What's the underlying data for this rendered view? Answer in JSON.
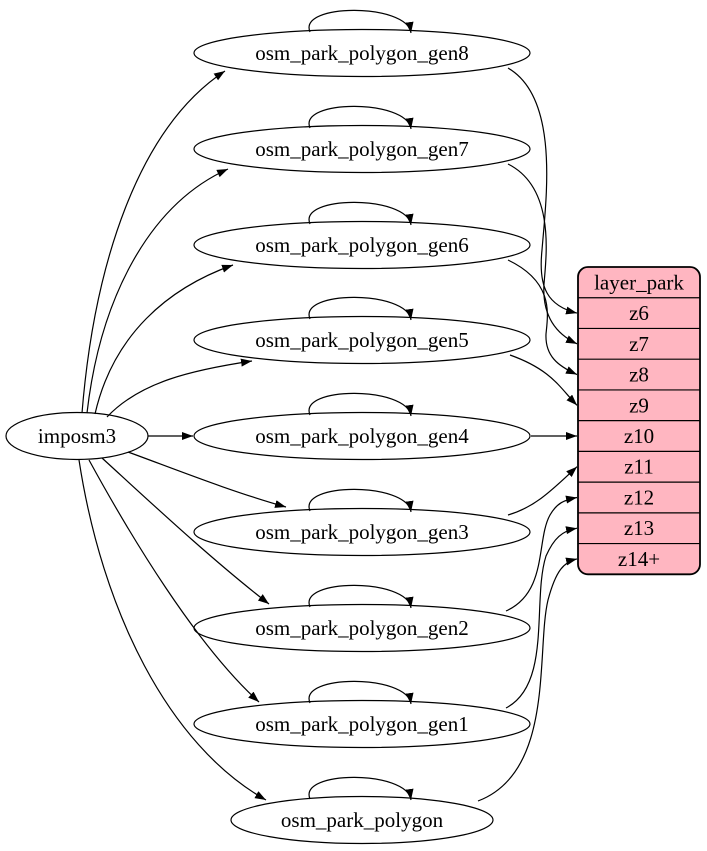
{
  "diagram": {
    "background": "#ffffff",
    "source_node": {
      "label": "imposm3"
    },
    "layer_table": {
      "title": "layer_park",
      "rows": [
        "z6",
        "z7",
        "z8",
        "z9",
        "z10",
        "z11",
        "z12",
        "z13",
        "z14+"
      ],
      "fill": "#ffb6c1",
      "stroke": "#000000"
    },
    "table_nodes": [
      {
        "label": "osm_park_polygon_gen8",
        "maps_to": "z6"
      },
      {
        "label": "osm_park_polygon_gen7",
        "maps_to": "z7"
      },
      {
        "label": "osm_park_polygon_gen6",
        "maps_to": "z8"
      },
      {
        "label": "osm_park_polygon_gen5",
        "maps_to": "z9"
      },
      {
        "label": "osm_park_polygon_gen4",
        "maps_to": "z10"
      },
      {
        "label": "osm_park_polygon_gen3",
        "maps_to": "z11"
      },
      {
        "label": "osm_park_polygon_gen2",
        "maps_to": "z12"
      },
      {
        "label": "osm_park_polygon_gen1",
        "maps_to": "z13"
      },
      {
        "label": "osm_park_polygon",
        "maps_to": "z14+"
      }
    ],
    "self_loops": true,
    "colors": {
      "node_fill": "#ffffff",
      "node_stroke": "#000000",
      "edge": "#000000",
      "text": "#000000"
    }
  }
}
